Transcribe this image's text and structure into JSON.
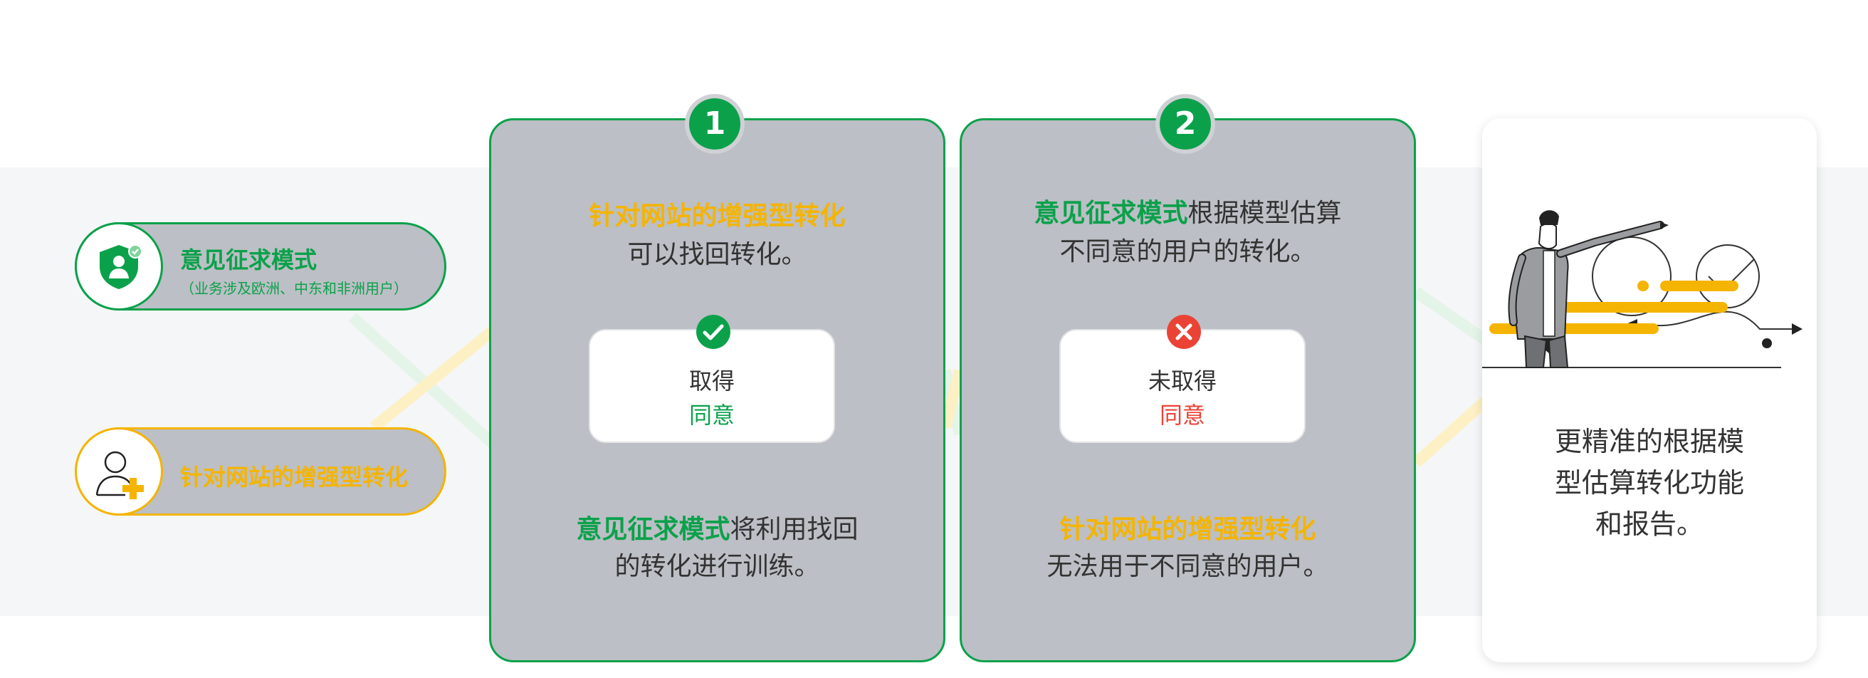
{
  "colors": {
    "green": "#0ba14b",
    "yellow": "#f4b400",
    "red": "#ea4335",
    "card_gray": "#bcbfc5",
    "text_dark": "#333333"
  },
  "inputs": [
    {
      "title": "意见征求模式",
      "subtitle": "（业务涉及欧洲、中东和非洲用户）",
      "icon": "shield-person-icon"
    },
    {
      "title": "针对网站的增强型转化",
      "icon": "person-add-icon"
    }
  ],
  "steps": [
    {
      "number": "1",
      "top_highlight": "针对网站的增强型转化",
      "top_rest": "可以找回转化。",
      "status_icon": "check-circle-icon",
      "status_line1": "取得",
      "status_line2": "同意",
      "bottom_highlight": "意见征求模式",
      "bottom_rest_1": "将利用找回",
      "bottom_rest_2": "的转化进行训练。"
    },
    {
      "number": "2",
      "top_highlight": "意见征求模式",
      "top_rest_1": "根据模型估算",
      "top_rest_2": "不同意的用户的转化。",
      "status_icon": "x-circle-icon",
      "status_line1": "未取得",
      "status_line2": "同意",
      "bottom_highlight": "针对网站的增强型转化",
      "bottom_rest": "无法用于不同意的用户。"
    }
  ],
  "result": {
    "illustration": "presenter-chart-illustration",
    "line1": "更精准的根据模",
    "line2": "型估算转化功能",
    "line3": "和报告。"
  }
}
